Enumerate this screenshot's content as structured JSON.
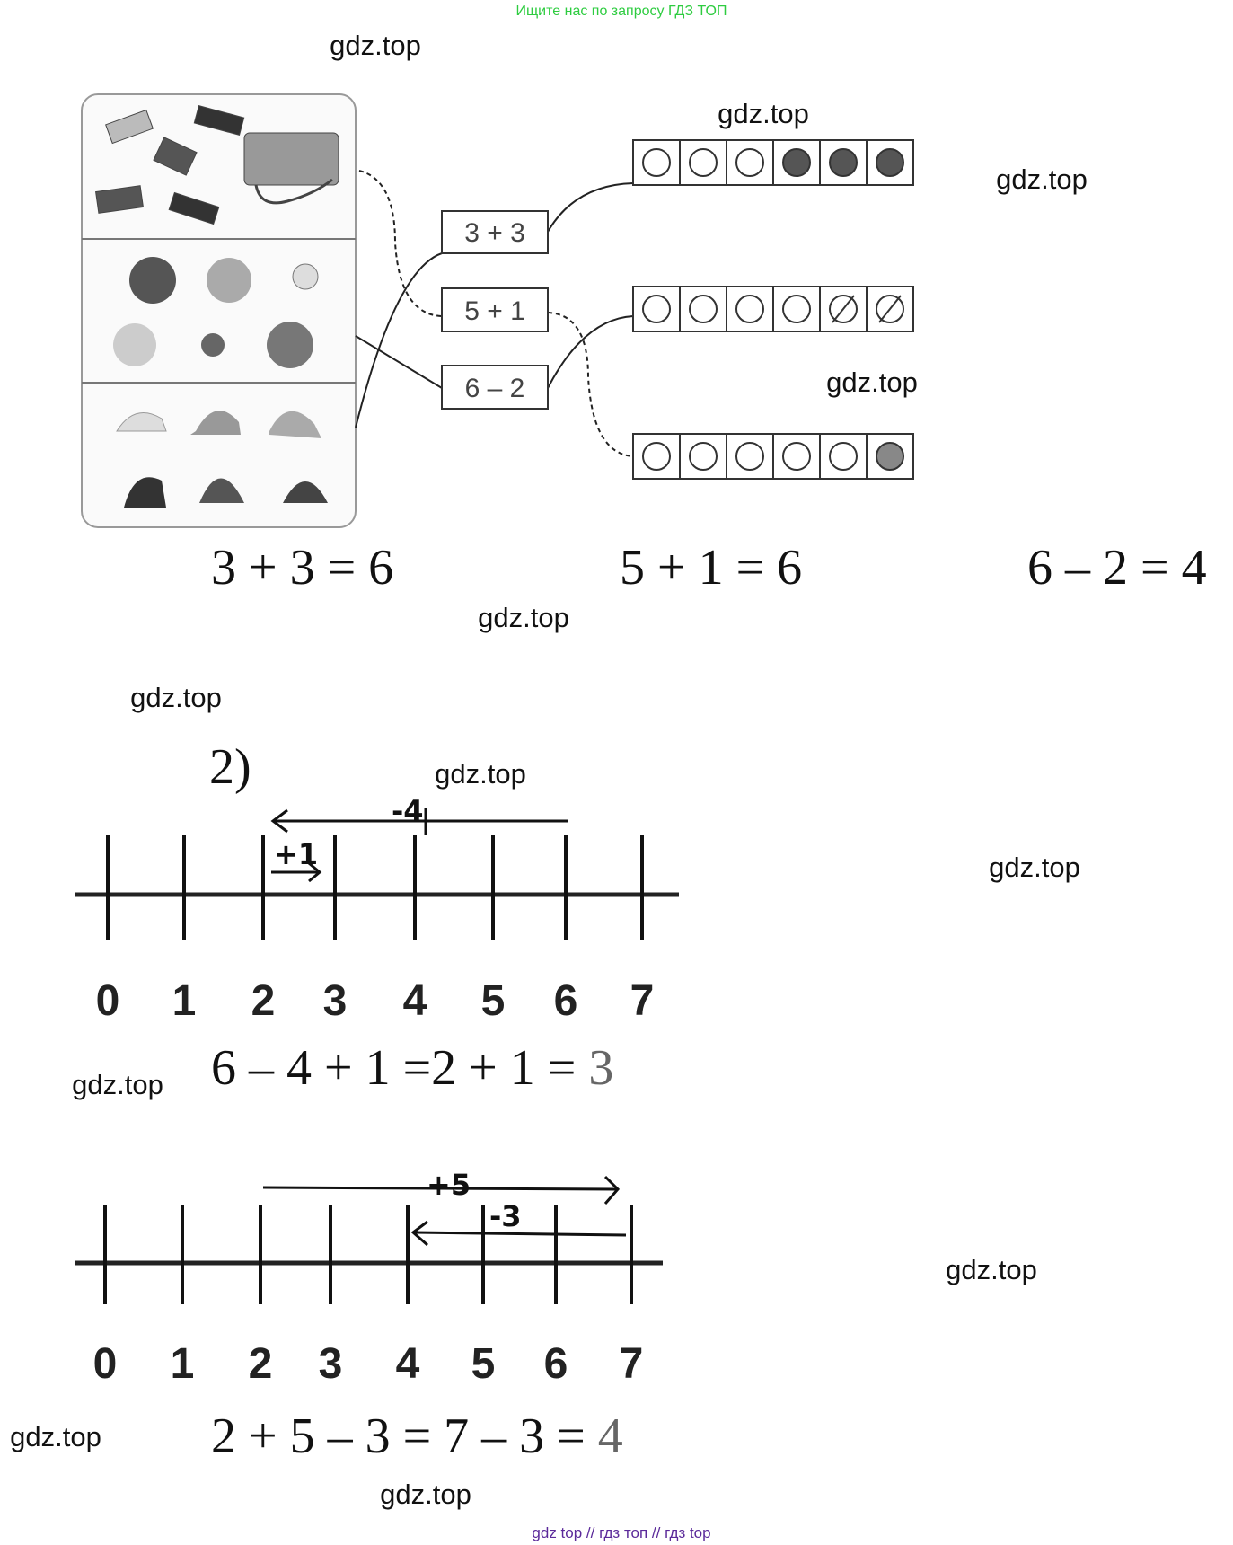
{
  "header_text": "Ищите нас по запросу ГДЗ ТОП",
  "watermark": "gdz.top",
  "part1": {
    "expressions": [
      "3 + 3",
      "5 + 1",
      "6 – 2"
    ],
    "circle_rows": [
      [
        "empty",
        "empty",
        "empty",
        "filled",
        "filled",
        "filled"
      ],
      [
        "empty",
        "empty",
        "empty",
        "empty",
        "crossed",
        "crossed"
      ],
      [
        "empty",
        "empty",
        "empty",
        "empty",
        "empty",
        "shaded"
      ]
    ],
    "equations": [
      "3 + 3 = 6",
      "5 + 1 = 6",
      "6 – 2 = 4"
    ]
  },
  "part2": {
    "label": "2)",
    "number_labels": [
      "0",
      "1",
      "2",
      "3",
      "4",
      "5",
      "6",
      "7"
    ],
    "line1": {
      "arrow_a_label": "-4",
      "arrow_b_label": "+1",
      "equation": "6 – 4 + 1 =2 + 1 = ",
      "answer": "3"
    },
    "line2": {
      "arrow_a_label": "+5",
      "arrow_b_label": "-3",
      "equation": "2 + 5 – 3 = 7 – 3 = ",
      "answer": "4"
    }
  },
  "footer_text": "gdz top  //  гдз топ  //  гдз top"
}
